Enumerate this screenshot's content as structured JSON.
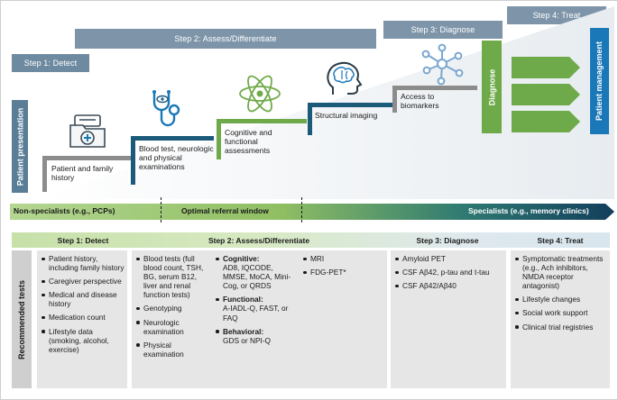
{
  "steps": {
    "detect": "Step 1: Detect",
    "assess": "Step 2: Assess/Differentiate",
    "diagnose": "Step 3: Diagnose",
    "treat": "Step 4: Treat"
  },
  "side_labels": {
    "patient_presentation": "Patient presentation",
    "diagnose": "Diagnose",
    "patient_management": "Patient management",
    "recommended_tests": "Recommended tests"
  },
  "stairs": [
    {
      "label": "Patient and family history",
      "icon": "medical-folder-icon"
    },
    {
      "label": "Blood test, neurologic and physical examinations",
      "icon": "stethoscope-icon"
    },
    {
      "label": "Cognitive and functional assessments",
      "icon": "atom-icon"
    },
    {
      "label": "Structural imaging",
      "icon": "brain-head-icon"
    },
    {
      "label": "Access to biomarkers",
      "icon": "molecule-network-icon"
    }
  ],
  "referral": {
    "non_specialists": "Non-specialists (e.g., PCPs)",
    "window": "Optimal referral window",
    "specialists": "Specialists (e.g., memory clinics)"
  },
  "table_headers": {
    "detect": "Step 1: Detect",
    "assess": "Step 2: Assess/Differentiate",
    "diagnose": "Step 3: Diagnose",
    "treat": "Step 4: Treat"
  },
  "tests": {
    "detect": [
      "Patient history, including family history",
      "Caregiver perspective",
      "Medical and disease history",
      "Medication count",
      "Lifestyle data (smoking, alcohol, exercise)"
    ],
    "assess_a": [
      "Blood tests (full blood count, TSH, BG, serum B12, liver and renal function tests)",
      "Genotyping",
      "Neurologic examination",
      "Physical examination"
    ],
    "assess_b": [
      {
        "head": "Cognitive:",
        "body": "AD8, IQCODE, MMSE, MoCA, Mini-Cog, or QRDS"
      },
      {
        "head": "Functional:",
        "body": "A-IADL-Q, FAST, or FAQ"
      },
      {
        "head": "Behavioral:",
        "body": "GDS or NPI-Q"
      }
    ],
    "assess_c": [
      "MRI",
      "FDG-PET*"
    ],
    "diagnose": [
      "Amyloid PET",
      "CSF Aβ42, p-tau and t-tau",
      "CSF Aβ42/Aβ40"
    ],
    "treat": [
      "Symptomatic treatments (e.g., Ach inhibitors, NMDA receptor antagonist)",
      "Lifestyle changes",
      "Social work support",
      "Clinical trial registries"
    ]
  },
  "colors": {
    "step_gray_blue": "#7e95a9",
    "detect_blue": "#5b7e97",
    "teal_dark": "#1c5a7a",
    "blue_bright": "#1b78b8",
    "green": "#6faa4a",
    "stair_gray": "#8c8c8c",
    "panel_gray": "#e6e6e6"
  }
}
